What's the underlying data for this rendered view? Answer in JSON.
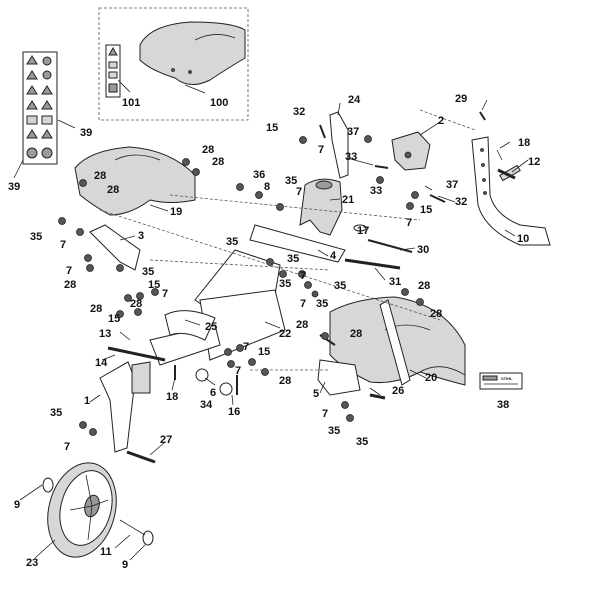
{
  "labels": [
    {
      "id": "p101",
      "text": "101"
    },
    {
      "id": "p100",
      "text": "100"
    },
    {
      "id": "p39a",
      "text": "39"
    },
    {
      "id": "p39b",
      "text": "39"
    },
    {
      "id": "p24",
      "text": "24"
    },
    {
      "id": "p32a",
      "text": "32"
    },
    {
      "id": "p29",
      "text": "29"
    },
    {
      "id": "p15a",
      "text": "15"
    },
    {
      "id": "p7a",
      "text": "7"
    },
    {
      "id": "p37a",
      "text": "37"
    },
    {
      "id": "p2",
      "text": "2"
    },
    {
      "id": "p18a",
      "text": "18"
    },
    {
      "id": "p12",
      "text": "12"
    },
    {
      "id": "p28a",
      "text": "28"
    },
    {
      "id": "p28b",
      "text": "28"
    },
    {
      "id": "p28c",
      "text": "28"
    },
    {
      "id": "p28d",
      "text": "28"
    },
    {
      "id": "p33a",
      "text": "33"
    },
    {
      "id": "p36",
      "text": "36"
    },
    {
      "id": "p8",
      "text": "8"
    },
    {
      "id": "p35a",
      "text": "35"
    },
    {
      "id": "p7b",
      "text": "7"
    },
    {
      "id": "p33b",
      "text": "33"
    },
    {
      "id": "p37b",
      "text": "37"
    },
    {
      "id": "p19",
      "text": "19"
    },
    {
      "id": "p21",
      "text": "21"
    },
    {
      "id": "p32b",
      "text": "32"
    },
    {
      "id": "p15b",
      "text": "15"
    },
    {
      "id": "p7c",
      "text": "7"
    },
    {
      "id": "p35b",
      "text": "35"
    },
    {
      "id": "p7d",
      "text": "7"
    },
    {
      "id": "p3",
      "text": "3"
    },
    {
      "id": "p17",
      "text": "17"
    },
    {
      "id": "p10",
      "text": "10"
    },
    {
      "id": "p35c",
      "text": "35"
    },
    {
      "id": "p30",
      "text": "30"
    },
    {
      "id": "p4",
      "text": "4"
    },
    {
      "id": "p35d",
      "text": "35"
    },
    {
      "id": "p7e",
      "text": "7"
    },
    {
      "id": "p35e",
      "text": "35"
    },
    {
      "id": "p31",
      "text": "31"
    },
    {
      "id": "p7f",
      "text": "7"
    },
    {
      "id": "p35f",
      "text": "35"
    },
    {
      "id": "p35g",
      "text": "35"
    },
    {
      "id": "p28e",
      "text": "28"
    },
    {
      "id": "p28f",
      "text": "28"
    },
    {
      "id": "p15c",
      "text": "15"
    },
    {
      "id": "p7g",
      "text": "7"
    },
    {
      "id": "p7h",
      "text": "7"
    },
    {
      "id": "p35h",
      "text": "35"
    },
    {
      "id": "p28g",
      "text": "28"
    },
    {
      "id": "p28h",
      "text": "28"
    },
    {
      "id": "p28i",
      "text": "28"
    },
    {
      "id": "p15d",
      "text": "15"
    },
    {
      "id": "p25",
      "text": "25"
    },
    {
      "id": "p28j",
      "text": "28"
    },
    {
      "id": "p28k",
      "text": "28"
    },
    {
      "id": "p13",
      "text": "13"
    },
    {
      "id": "p22",
      "text": "22"
    },
    {
      "id": "p7i",
      "text": "7"
    },
    {
      "id": "p15e",
      "text": "15"
    },
    {
      "id": "p14",
      "text": "14"
    },
    {
      "id": "p20",
      "text": "20"
    },
    {
      "id": "p38",
      "text": "38"
    },
    {
      "id": "p18b",
      "text": "18"
    },
    {
      "id": "p6",
      "text": "6"
    },
    {
      "id": "p34",
      "text": "34"
    },
    {
      "id": "p16",
      "text": "16"
    },
    {
      "id": "p7j",
      "text": "7"
    },
    {
      "id": "p28l",
      "text": "28"
    },
    {
      "id": "p5",
      "text": "5"
    },
    {
      "id": "p26",
      "text": "26"
    },
    {
      "id": "p7k",
      "text": "7"
    },
    {
      "id": "p35i",
      "text": "35"
    },
    {
      "id": "p35j",
      "text": "35"
    },
    {
      "id": "p1",
      "text": "1"
    },
    {
      "id": "p35k",
      "text": "35"
    },
    {
      "id": "p7l",
      "text": "7"
    },
    {
      "id": "p27",
      "text": "27"
    },
    {
      "id": "p9a",
      "text": "9"
    },
    {
      "id": "p11",
      "text": "11"
    },
    {
      "id": "p23",
      "text": "23"
    },
    {
      "id": "p9b",
      "text": "9"
    }
  ],
  "label_card": {
    "brand": "STIHL"
  }
}
